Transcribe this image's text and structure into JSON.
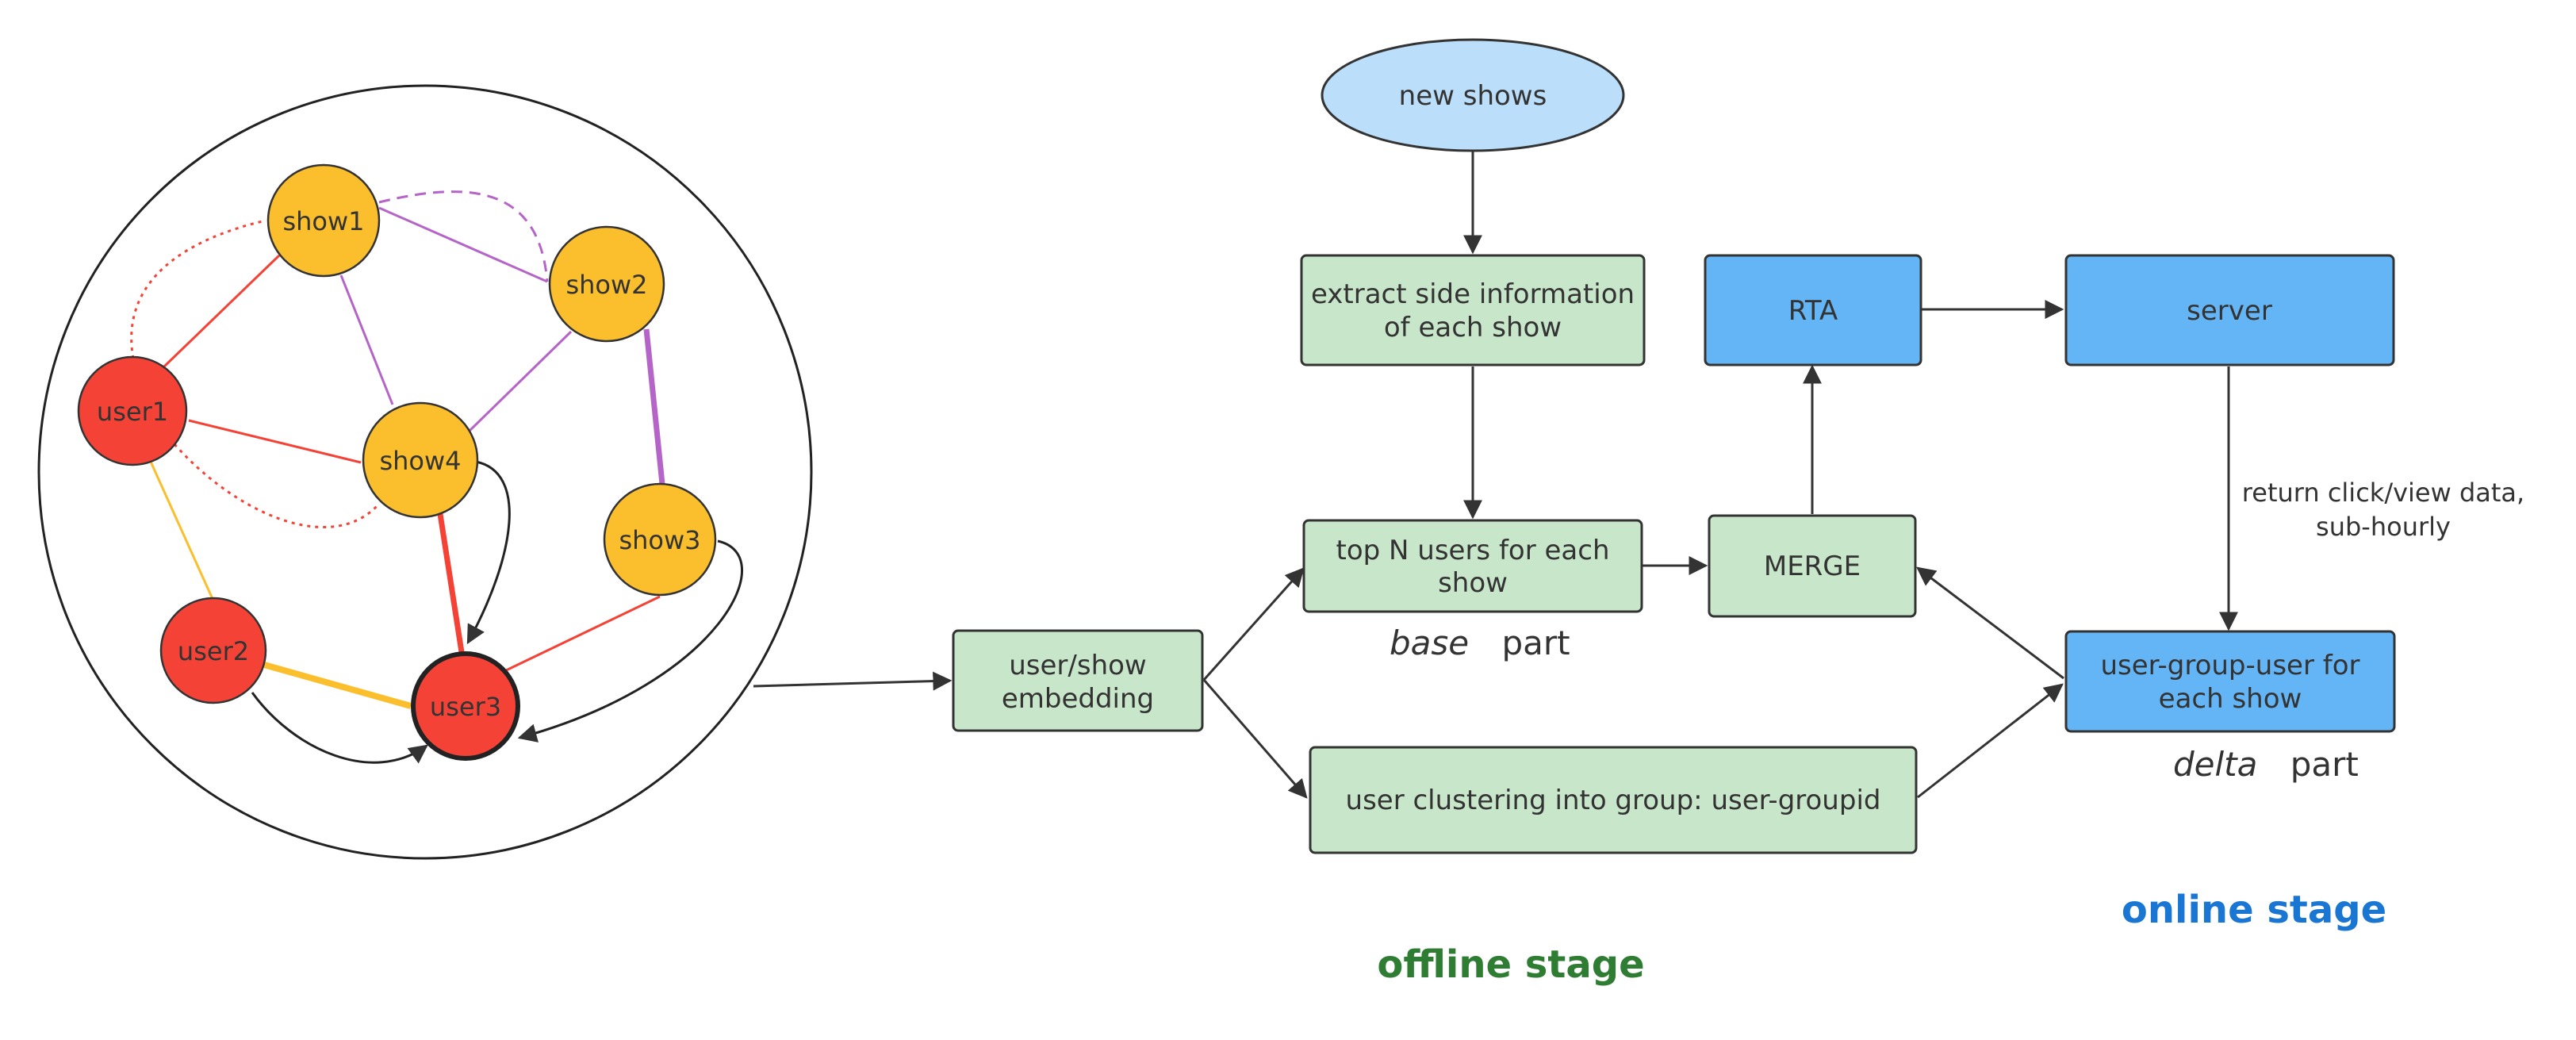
{
  "graph": {
    "nodes": {
      "show1": "show1",
      "show2": "show2",
      "show3": "show3",
      "show4": "show4",
      "user1": "user1",
      "user2": "user2",
      "user3": "user3"
    }
  },
  "flow": {
    "new_shows": "new shows",
    "extract_line1": "extract side information",
    "extract_line2": "of each show",
    "topn_line1": "top N users for each",
    "topn_line2": "show",
    "embedding_line1": "user/show",
    "embedding_line2": "embedding",
    "merge": "MERGE",
    "rta": "RTA",
    "server": "server",
    "clustering": "user clustering into group: user-groupid",
    "ugu_line1": "user-group-user for",
    "ugu_line2": "each show",
    "return_line1": "return click/view data,",
    "return_line2": "sub-hourly"
  },
  "labels": {
    "base_word": "base",
    "base_suffix": "part",
    "delta_word": "delta",
    "delta_suffix": "part",
    "offline_stage": "offline stage",
    "online_stage": "online stage"
  },
  "colors": {
    "show_node": "#FBBF2D",
    "user_node": "#F44336",
    "green_box": "#C8E6C9",
    "blue_box": "#64B5F6",
    "new_shows_ellipse": "#BBDEFB",
    "offline_stage": "#2E7D32",
    "online_stage": "#1976D2",
    "edge_red": "#F44336",
    "edge_purple": "#B565C7",
    "edge_orange": "#FBBF2D"
  }
}
